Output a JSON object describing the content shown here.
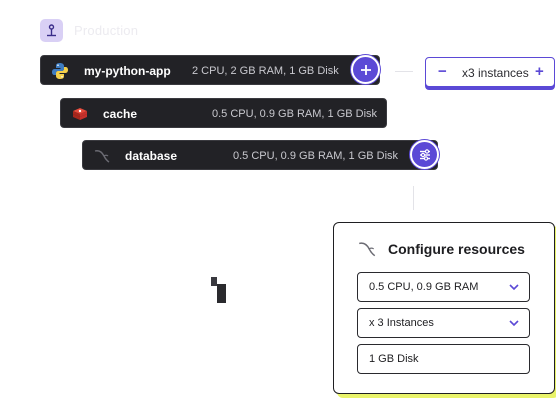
{
  "environment": {
    "label": "Production"
  },
  "services": [
    {
      "name": "my-python-app",
      "resources": "2 CPU, 2 GB RAM, 1 GB Disk",
      "icon": "python-icon"
    },
    {
      "name": "cache",
      "resources": "0.5 CPU, 0.9 GB RAM,  1 GB Disk",
      "icon": "redis-icon"
    },
    {
      "name": "database",
      "resources": "0.5 CPU, 0.9 GB RAM,  1 GB Disk",
      "icon": "mysql-icon"
    }
  ],
  "instances_chip": {
    "count_label": "x3 instances",
    "minus": "−",
    "plus": "+"
  },
  "configure_panel": {
    "title": "Configure resources",
    "cpu_ram_value": "0.5 CPU, 0.9 GB RAM",
    "instances_value": "x 3 Instances",
    "disk_value": "1 GB Disk"
  },
  "colors": {
    "accent": "#5b49d6",
    "row_bg": "#222226",
    "highlight": "#e9f36a"
  }
}
